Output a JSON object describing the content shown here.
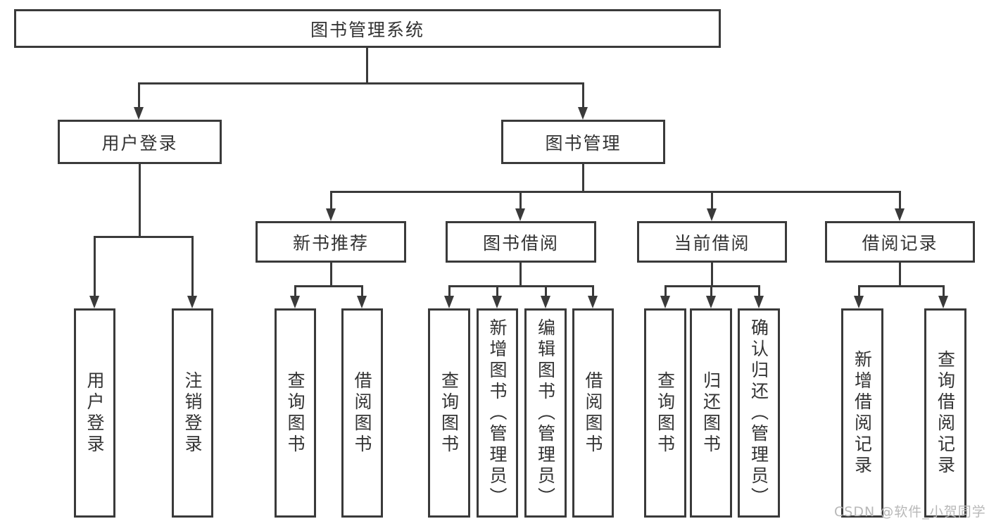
{
  "tree": {
    "label": "图书管理系统",
    "children": [
      {
        "label": "用户登录",
        "children": [
          {
            "label": "用户登录"
          },
          {
            "label": "注销登录"
          }
        ]
      },
      {
        "label": "图书管理",
        "children": [
          {
            "label": "新书推荐",
            "children": [
              {
                "label": "查询图书"
              },
              {
                "label": "借阅图书"
              }
            ]
          },
          {
            "label": "图书借阅",
            "children": [
              {
                "label": "查询图书"
              },
              {
                "label": "新增图书（管理员）"
              },
              {
                "label": "编辑图书（管理员）"
              },
              {
                "label": "借阅图书"
              }
            ]
          },
          {
            "label": "当前借阅",
            "children": [
              {
                "label": "查询图书"
              },
              {
                "label": "归还图书"
              },
              {
                "label": "确认归还（管理员）"
              }
            ]
          },
          {
            "label": "借阅记录",
            "children": [
              {
                "label": "新增借阅记录"
              },
              {
                "label": "查询借阅记录"
              }
            ]
          }
        ]
      }
    ]
  },
  "watermark": {
    "text": "CSDN @软件_小贺同学"
  },
  "colors": {
    "line": "#3a3a3a",
    "text": "#333333",
    "watermark": "#b8b8b8",
    "background": "#ffffff"
  }
}
